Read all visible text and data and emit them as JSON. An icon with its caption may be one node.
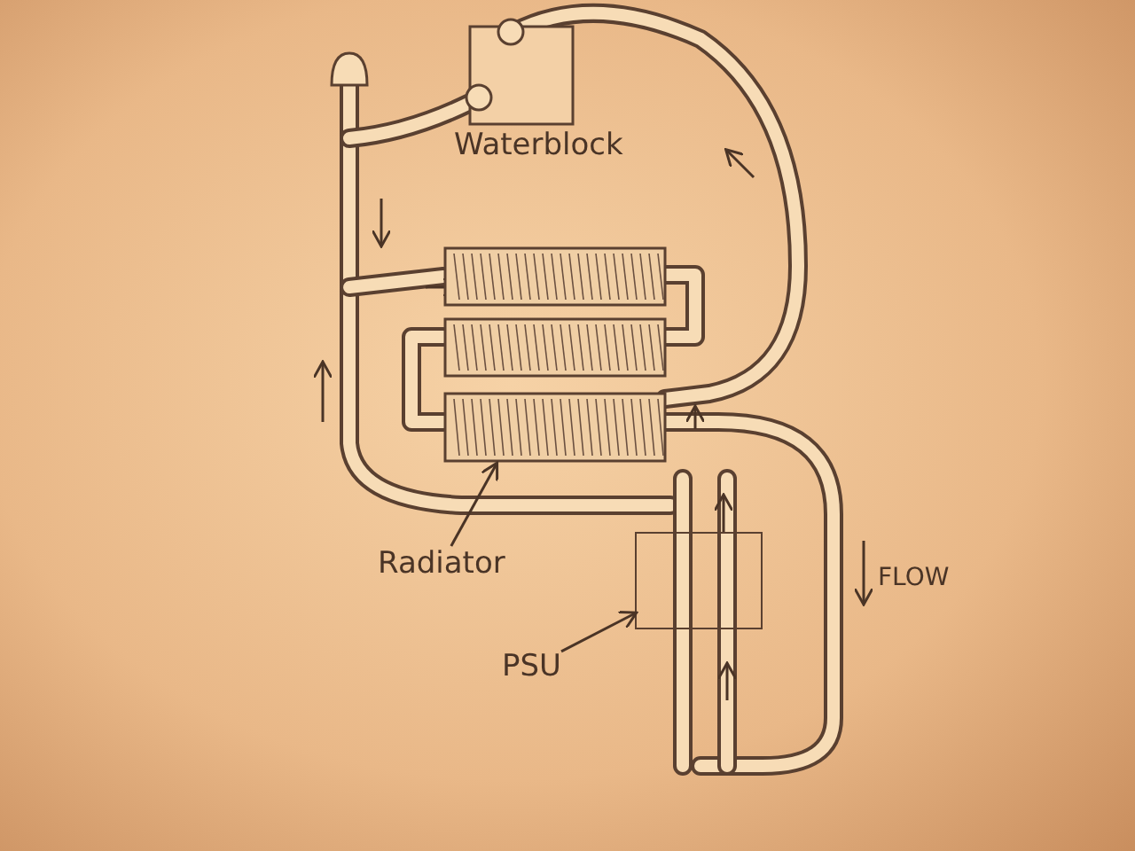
{
  "diagram": {
    "nodes": [
      {
        "text": [
          "Radiator"
        ]
      },
      {
        "text": [],
        "shape": "picture"
      },
      {
        "text": [
          "PSU"
        ]
      },
      {
        "text": [],
        "shape": "box"
      }
    ],
    "edges": [
      {
        "from": 0,
        "to": 1,
        "arrow": "to"
      },
      {
        "from": 2,
        "to": 3,
        "arrow": "to"
      }
    ],
    "labels": [
      "Waterblock",
      "FLOW"
    ]
  }
}
